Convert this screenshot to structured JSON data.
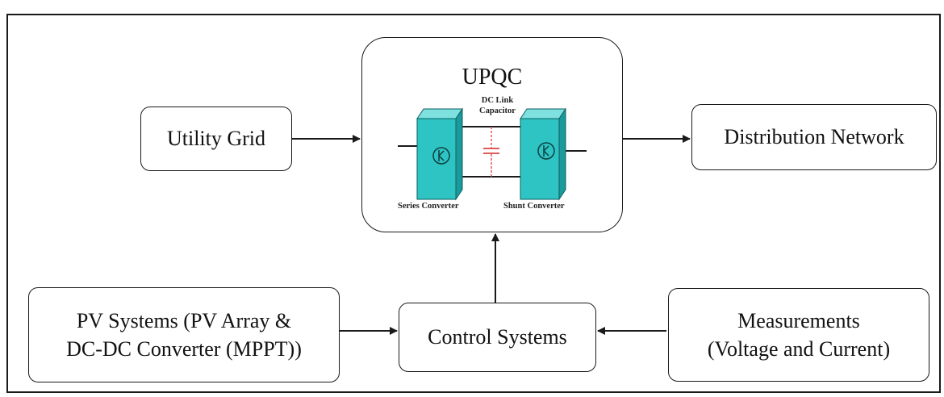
{
  "upqc": {
    "title": "UPQC",
    "dc_link_label_line1": "DC Link",
    "dc_link_label_line2": "Capacitor",
    "series_converter_label": "Series Converter",
    "shunt_converter_label": "Shunt Converter"
  },
  "blocks": {
    "utility_grid": "Utility Grid",
    "distribution_network": "Distribution Network",
    "pv_systems_line1": "PV Systems (PV Array &",
    "pv_systems_line2": "DC-DC Converter (MPPT))",
    "control_systems": "Control Systems",
    "measurements_line1": "Measurements",
    "measurements_line2": "(Voltage and Current)"
  },
  "colors": {
    "converter_face": "#2ec4c4",
    "converter_side": "#1a9a9a",
    "converter_top": "#7fe0e0",
    "capacitor": "#e05a5a",
    "line": "#1a1a1a"
  },
  "icons": {
    "converter_symbol": "switch-circle-icon",
    "capacitor_symbol": "capacitor-icon",
    "arrowhead": "arrowhead"
  }
}
